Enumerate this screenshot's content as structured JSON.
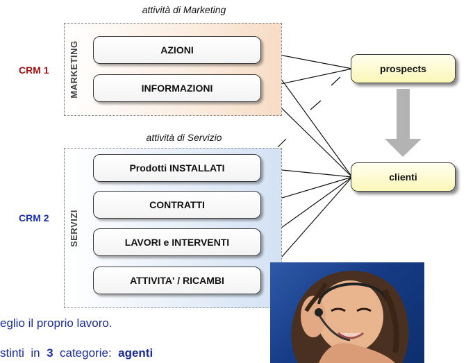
{
  "captions": {
    "marketing": "attività di Marketing",
    "servizio": "attività di Servizio"
  },
  "groups": {
    "marketing_label": "MARKETING",
    "servizi_label": "SERVIZI"
  },
  "crm_labels": {
    "crm1": "CRM 1",
    "crm2": "CRM 2"
  },
  "boxes": {
    "marketing": [
      "AZIONI",
      "INFORMAZIONI"
    ],
    "servizi": [
      "Prodotti INSTALLATI",
      "CONTRATTI",
      "LAVORI e INTERVENTI",
      "ATTIVITA' / RICAMBI"
    ]
  },
  "targets": {
    "prospects": "prospects",
    "clienti": "clienti"
  },
  "body_text": {
    "line1": "eglio il proprio lavoro.",
    "line2": "stinti  in  3  categorie:  agenti"
  },
  "colors": {
    "crm1": "#a01010",
    "crm2": "#1a2fb8",
    "body_text": "#1a2a9a",
    "target_fill": "#fbf6b8"
  },
  "photo": {
    "icon": "woman-with-headset-photo"
  }
}
